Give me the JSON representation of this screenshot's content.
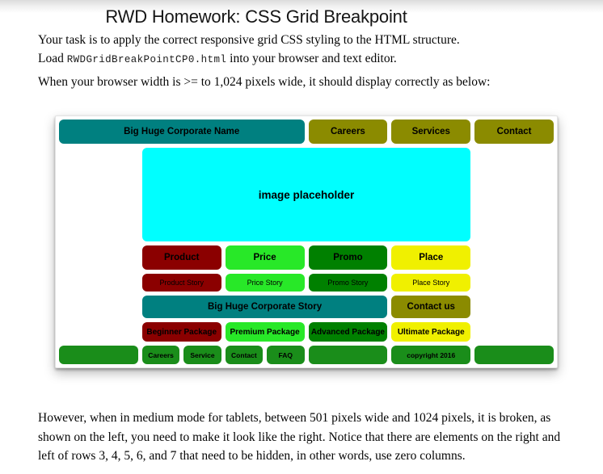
{
  "document": {
    "title": "RWD Homework: CSS Grid Breakpoint",
    "intro": {
      "line1": "Your task is to apply the correct responsive grid CSS styling to the HTML structure.",
      "load_prefix": "Load ",
      "file_name": "RWDGridBreakPointCP0.html",
      "load_suffix": " into your browser and text editor."
    },
    "breakpoint_note": "When your browser width is >= to 1,024 pixels wide, it should display correctly as below:",
    "closing_paragraph": "However, when in medium mode for tablets, between 501 pixels wide and 1024 pixels, it is broken, as shown on the left, you need to make it look like the right. Notice that there are elements on the right and left of rows 3, 4, 5, 6, and 7 that need to be hidden, in other words, use zero columns."
  },
  "mockup": {
    "colors": {
      "teal": "#008080",
      "olive": "#8B8B00",
      "cyan": "#00FFFF",
      "darkred": "#8B0000",
      "lime": "#28E828",
      "green": "#008000",
      "yellow": "#F0F000",
      "footer_green": "#1A8D1A"
    },
    "cells": [
      {
        "label": "Big Huge Corporate Name",
        "color": "teal",
        "span": 6,
        "size": "lg"
      },
      {
        "label": "Careers",
        "color": "olive",
        "span": 2,
        "size": "lg"
      },
      {
        "label": "Services",
        "color": "olive",
        "span": 2,
        "size": "lg"
      },
      {
        "label": "Contact",
        "color": "olive",
        "span": 2,
        "size": "lg"
      },
      {
        "label": "image placeholder",
        "color": "cyan",
        "span": 8,
        "start": 3,
        "size": "xl"
      },
      {
        "label": "Product",
        "color": "darkred",
        "span": 2,
        "start": 3,
        "size": "lg"
      },
      {
        "label": "Price",
        "color": "lime",
        "span": 2,
        "size": "lg"
      },
      {
        "label": "Promo",
        "color": "green",
        "span": 2,
        "size": "lg"
      },
      {
        "label": "Place",
        "color": "yellow",
        "span": 2,
        "size": "lg"
      },
      {
        "label": "Product Story",
        "color": "darkred",
        "span": 2,
        "start": 3,
        "size": "sm"
      },
      {
        "label": "Price Story",
        "color": "lime",
        "span": 2,
        "size": "sm"
      },
      {
        "label": "Promo Story",
        "color": "green",
        "span": 2,
        "size": "sm"
      },
      {
        "label": "Place Story",
        "color": "yellow",
        "span": 2,
        "size": "sm"
      },
      {
        "label": "Big Huge Corporate Story",
        "color": "teal",
        "span": 6,
        "start": 3,
        "size": "lg"
      },
      {
        "label": "Contact us",
        "color": "olive",
        "span": 2,
        "size": "lg"
      },
      {
        "label": "Beginner Package",
        "color": "darkred",
        "span": 2,
        "start": 3,
        "size": "md"
      },
      {
        "label": "Premium Package",
        "color": "lime",
        "span": 2,
        "size": "md"
      },
      {
        "label": "Advanced Package",
        "color": "green",
        "span": 2,
        "size": "md"
      },
      {
        "label": "Ultimate Package",
        "color": "yellow",
        "span": 2,
        "size": "md"
      },
      {
        "label": "",
        "color": "footer_green",
        "span": 2,
        "start": 1,
        "size": "smb"
      },
      {
        "label": "Careers",
        "color": "footer_green",
        "span": 1,
        "size": "smb"
      },
      {
        "label": "Service",
        "color": "footer_green",
        "span": 1,
        "size": "smb"
      },
      {
        "label": "Contact",
        "color": "footer_green",
        "span": 1,
        "size": "smb"
      },
      {
        "label": "FAQ",
        "color": "footer_green",
        "span": 1,
        "size": "smb"
      },
      {
        "label": "",
        "color": "footer_green",
        "span": 2,
        "size": "smb"
      },
      {
        "label": "copyright 2016",
        "color": "footer_green",
        "span": 2,
        "size": "smb"
      },
      {
        "label": "",
        "color": "footer_green",
        "span": 2,
        "size": "smb"
      }
    ]
  }
}
